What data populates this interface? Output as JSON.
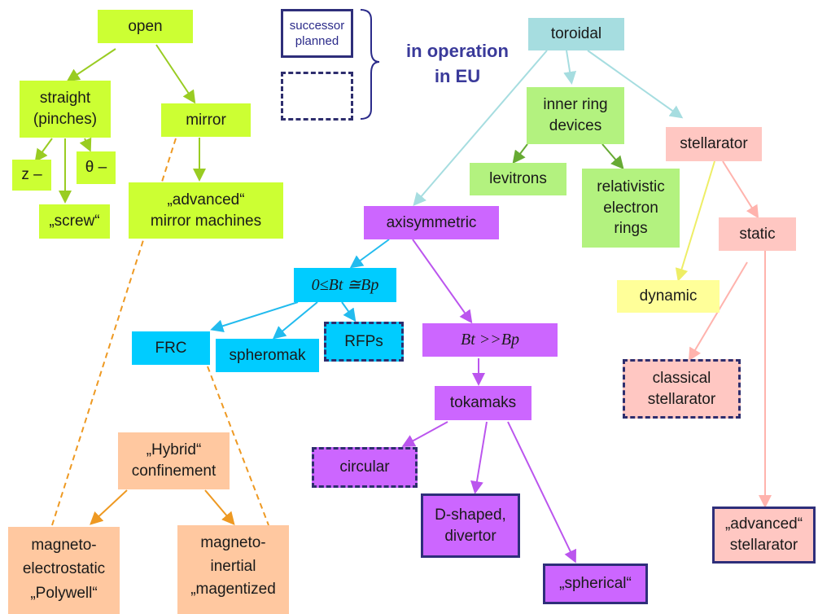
{
  "legend": {
    "successor_line1": "successor",
    "successor_line2": "planned",
    "in_operation_line1": "in operation",
    "in_operation_line2": "in EU"
  },
  "nodes": {
    "open": "open",
    "straight_1": "straight",
    "straight_2": "(pinches)",
    "mirror": "mirror",
    "z": "z –",
    "theta": "θ –",
    "screw": "„screw“",
    "adv_mirror_1": "„advanced“",
    "adv_mirror_2": "mirror machines",
    "toroidal": "toroidal",
    "inner_ring_1": "inner ring",
    "inner_ring_2": "devices",
    "levitrons": "levitrons",
    "relativistic_1": "relativistic",
    "relativistic_2": "electron",
    "relativistic_3": "rings",
    "stellarator": "stellarator",
    "static": "static",
    "dynamic": "dynamic",
    "classical_1": "classical",
    "classical_2": "stellarator",
    "adv_stell_1": "„advanced“",
    "adv_stell_2": "stellarator",
    "axisymmetric": "axisymmetric",
    "bt_bp_cond": "0≤Bt ≅Bp",
    "frc": "FRC",
    "spheromak": "spheromak",
    "rfps": "RFPs",
    "bt_gg_bp": "Bt >>Bp",
    "tokamaks": "tokamaks",
    "circular": "circular",
    "dshaped_1": "D-shaped,",
    "dshaped_2": "divertor",
    "spherical": "„spherical“",
    "hybrid_1": "„Hybrid“",
    "hybrid_2": "confinement",
    "magneto_es_1": "magneto-",
    "magneto_es_2": "electrostatic",
    "magneto_es_3": "„Polywell“",
    "magneto_in_1": "magneto-",
    "magneto_in_2": "inertial",
    "magneto_in_3": "„magentized"
  },
  "colors": {
    "open_family": "#ccff33",
    "toroidal": "#a6dde0",
    "inner_ring": "#b3f27f",
    "stellarator": "#ffc7c2",
    "axisymmetric": "#cc66ff",
    "compact": "#00ccff",
    "hybrid": "#ffc8a0",
    "dynamic": "#ffff99",
    "border": "#2e2e7a"
  }
}
